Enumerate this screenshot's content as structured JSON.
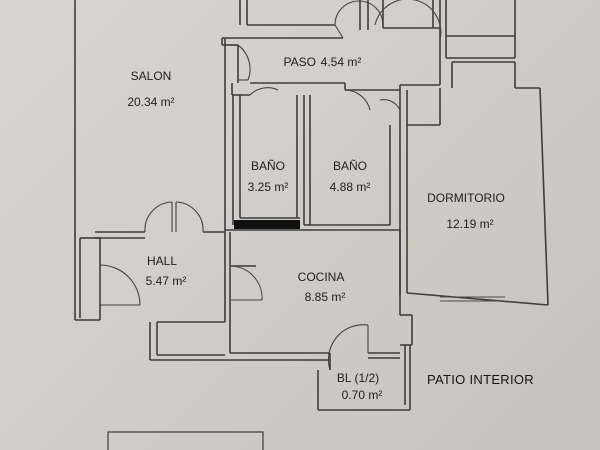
{
  "rooms": {
    "salon": {
      "name": "SALON",
      "area": "20.34 m²"
    },
    "paso": {
      "name": "PASO",
      "area": "4.54 m²"
    },
    "bano1": {
      "name": "BAÑO",
      "area": "3.25 m²"
    },
    "bano2": {
      "name": "BAÑO",
      "area": "4.88 m²"
    },
    "dormitorio": {
      "name": "DORMITORIO",
      "area": "12.19 m²"
    },
    "hall": {
      "name": "HALL",
      "area": "5.47 m²"
    },
    "cocina": {
      "name": "COCINA",
      "area": "8.85 m²"
    },
    "bl": {
      "name": "BL (1/2)",
      "area": "0.70 m²"
    }
  },
  "patio_label": "PATIO INTERIOR",
  "colors": {
    "background": "#d3cfca",
    "wall": "#3d3d3d",
    "text": "#1f1f1f",
    "bar": "#111111"
  }
}
